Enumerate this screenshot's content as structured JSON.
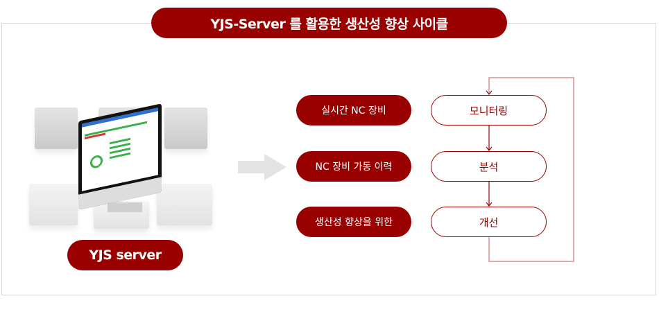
{
  "title": "YJS-Server 를 활용한 생산성 향상 사이클",
  "server_label": "YJS server",
  "inputs": [
    "실시간 NC 장비",
    "NC 장비 가동 이력",
    "생산성 향상을 위한"
  ],
  "cycle": [
    "모니터링",
    "분석",
    "개선"
  ],
  "colors": {
    "accent": "#990000",
    "frame": "#d6d6d6",
    "arrow": "#e0e0e0"
  }
}
